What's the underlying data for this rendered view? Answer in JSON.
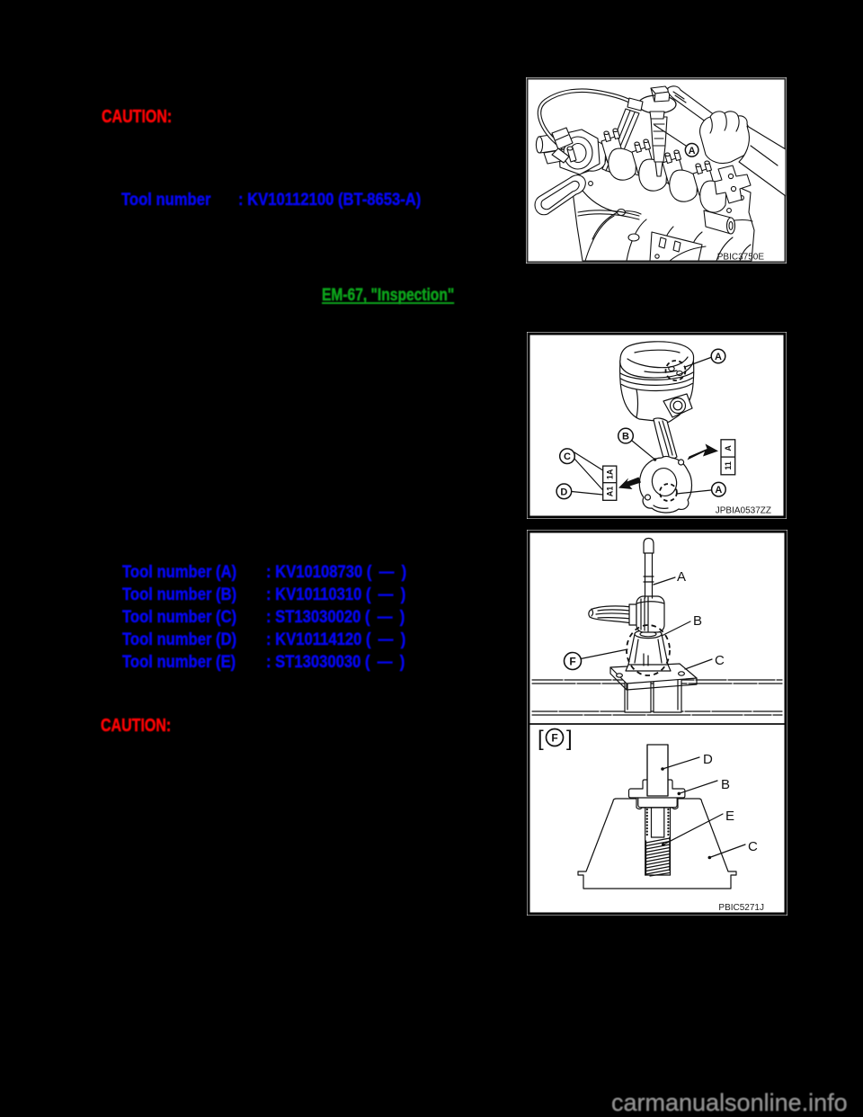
{
  "page": {
    "watermark": "carmanualsonline.info"
  },
  "colors": {
    "background": "#000000",
    "caution_text": "#fb0304",
    "tool_text": "#0506f0",
    "link_text": "#0ca31b",
    "watermark_text": "#8f8f8f",
    "figure_background": "#ffffff",
    "figure_line": "#111111"
  },
  "content": {
    "caution1": "CAUTION:",
    "caution2": "CAUTION:",
    "tool_single": {
      "label": "Tool number",
      "value": ": KV10112100 (BT-8653-A)"
    },
    "inspection_link": "EM-67, \"Inspection\"",
    "tool_list": [
      {
        "label": "Tool number (A)",
        "value": ": KV10108730 ( — )"
      },
      {
        "label": "Tool number (B)",
        "value": ": KV10110310 ( — )"
      },
      {
        "label": "Tool number (C)",
        "value": ": ST13030020 ( — )"
      },
      {
        "label": "Tool number (D)",
        "value": ": KV10114120 ( — )"
      },
      {
        "label": "Tool number (E)",
        "value": ": ST13030030 ( — )"
      }
    ]
  },
  "figures": {
    "fig1": {
      "code": "PBIC3750E",
      "callout_a": "A"
    },
    "fig2": {
      "code": "JPBIA0537ZZ",
      "callout_a_top": "A",
      "callout_b": "B",
      "callout_c": "C",
      "callout_d": "D",
      "callout_a_bottom": "A",
      "stamp_left_top": "1A",
      "stamp_left_bottom": "A1",
      "stamp_right_top": "A",
      "stamp_right_bottom": "11"
    },
    "fig3": {
      "code": "PBIC5271J",
      "callout_a": "A",
      "callout_b_top": "B",
      "callout_c_top": "C",
      "callout_f": "F",
      "panel_bracket_open": "[",
      "panel_f": "F",
      "panel_bracket_close": "]",
      "callout_d": "D",
      "callout_b_bottom": "B",
      "callout_e": "E",
      "callout_c_bottom": "C"
    }
  }
}
